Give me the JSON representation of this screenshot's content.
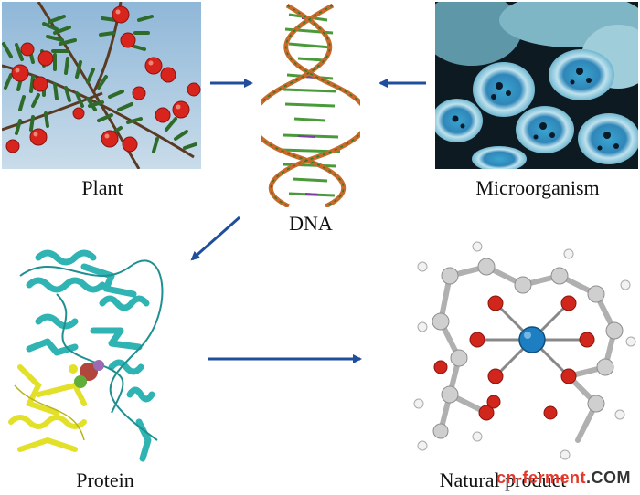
{
  "nodes": {
    "plant": {
      "label": "Plant",
      "icon": "yew-plant-photo"
    },
    "dna": {
      "label": "DNA",
      "icon": "dna-double-helix"
    },
    "microorganism": {
      "label": "Microorganism",
      "icon": "microbial-colonies-photo"
    },
    "protein": {
      "label": "Protein",
      "icon": "protein-ribbon-structure"
    },
    "natural_product": {
      "label": "Natural product",
      "icon": "molecule-ball-and-stick"
    }
  },
  "arrows": [
    {
      "from": "plant",
      "to": "dna"
    },
    {
      "from": "microorganism",
      "to": "dna"
    },
    {
      "from": "dna",
      "to": "protein"
    },
    {
      "from": "protein",
      "to": "natural_product"
    }
  ],
  "watermark": {
    "part1": "cn-ferment",
    "part2": ".COM"
  },
  "colors": {
    "arrow": "#1f4e9c",
    "helix_backbone": "#c96a2a",
    "helix_rungs": "#4a9a3a",
    "protein": "#2fb3b3",
    "protein_yellow": "#e3e02a",
    "metal_center": "#1d7fc1"
  }
}
